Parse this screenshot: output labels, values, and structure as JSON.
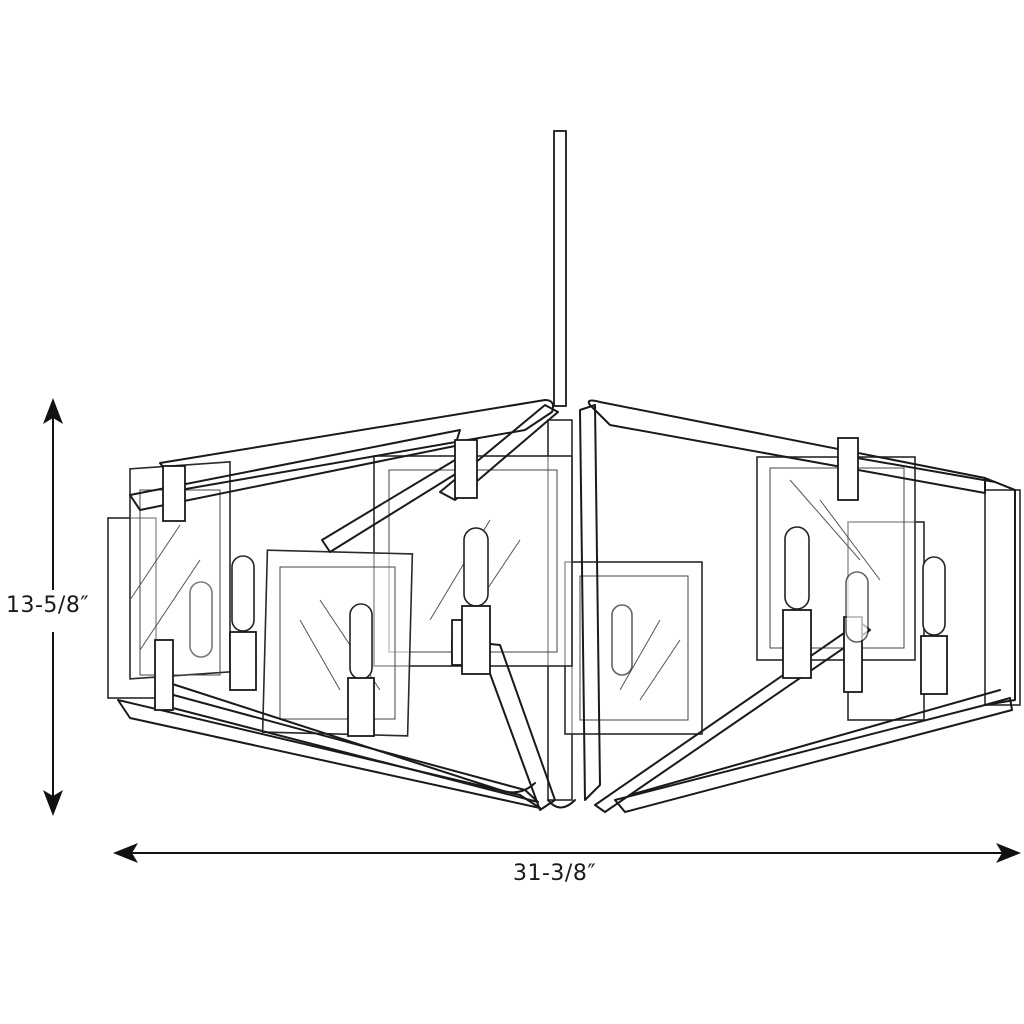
{
  "drawing": {
    "subject": "chandelier-line-drawing",
    "stroke_color": "#1a1a1a",
    "background": "#ffffff"
  },
  "dimensions": {
    "height": {
      "label": "13-5/8″",
      "orientation": "vertical"
    },
    "width": {
      "label": "31-3/8″",
      "orientation": "horizontal"
    }
  }
}
